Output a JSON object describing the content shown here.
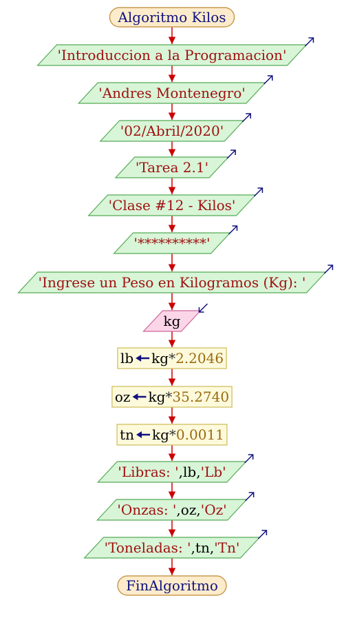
{
  "diagram": {
    "start": "Algoritmo Kilos",
    "end": "FinAlgoritmo",
    "steps": [
      {
        "type": "output",
        "parts": [
          {
            "k": "str",
            "t": "'Introduccion a la Programacion'"
          }
        ]
      },
      {
        "type": "output",
        "parts": [
          {
            "k": "str",
            "t": "'Andres Montenegro'"
          }
        ]
      },
      {
        "type": "output",
        "parts": [
          {
            "k": "str",
            "t": "'02/Abril/2020'"
          }
        ]
      },
      {
        "type": "output",
        "parts": [
          {
            "k": "str",
            "t": "'Tarea 2.1'"
          }
        ]
      },
      {
        "type": "output",
        "parts": [
          {
            "k": "str",
            "t": "'Clase #12 - Kilos'"
          }
        ]
      },
      {
        "type": "output",
        "parts": [
          {
            "k": "str",
            "t": "'**********'"
          }
        ]
      },
      {
        "type": "output",
        "parts": [
          {
            "k": "str",
            "t": "'Ingrese un Peso en Kilogramos (Kg): '"
          }
        ]
      },
      {
        "type": "input",
        "parts": [
          {
            "k": "var",
            "t": "kg"
          }
        ]
      },
      {
        "type": "assign",
        "target": "lb",
        "expr": [
          {
            "k": "var",
            "t": "kg"
          },
          {
            "k": "op",
            "t": "*"
          },
          {
            "k": "num",
            "t": "2.2046"
          }
        ]
      },
      {
        "type": "assign",
        "target": "oz",
        "expr": [
          {
            "k": "var",
            "t": "kg"
          },
          {
            "k": "op",
            "t": "*"
          },
          {
            "k": "num",
            "t": "35.2740"
          }
        ]
      },
      {
        "type": "assign",
        "target": "tn",
        "expr": [
          {
            "k": "var",
            "t": "kg"
          },
          {
            "k": "op",
            "t": "*"
          },
          {
            "k": "num",
            "t": "0.0011"
          }
        ]
      },
      {
        "type": "output",
        "parts": [
          {
            "k": "str",
            "t": "'Libras: '"
          },
          {
            "k": "var",
            "t": ","
          },
          {
            "k": "var",
            "t": "lb"
          },
          {
            "k": "var",
            "t": ","
          },
          {
            "k": "str",
            "t": "'Lb'"
          }
        ]
      },
      {
        "type": "output",
        "parts": [
          {
            "k": "str",
            "t": "'Onzas: '"
          },
          {
            "k": "var",
            "t": ","
          },
          {
            "k": "var",
            "t": "oz"
          },
          {
            "k": "var",
            "t": ","
          },
          {
            "k": "str",
            "t": "'Oz'"
          }
        ]
      },
      {
        "type": "output",
        "parts": [
          {
            "k": "str",
            "t": "'Toneladas: '"
          },
          {
            "k": "var",
            "t": ","
          },
          {
            "k": "var",
            "t": "tn"
          },
          {
            "k": "var",
            "t": ","
          },
          {
            "k": "str",
            "t": "'Tn'"
          }
        ]
      }
    ]
  },
  "colors": {
    "terminal_fill": "#fdeccb",
    "terminal_stroke": "#c89a50",
    "output_fill": "#d8f5d8",
    "output_stroke": "#55aa55",
    "input_fill": "#fbd6e8",
    "input_stroke": "#cc6699",
    "process_fill": "#fdfadc",
    "process_stroke": "#ccbb55",
    "connector": "#cc0000",
    "io_arrow": "#101080",
    "assign_arrow": "#101080"
  }
}
